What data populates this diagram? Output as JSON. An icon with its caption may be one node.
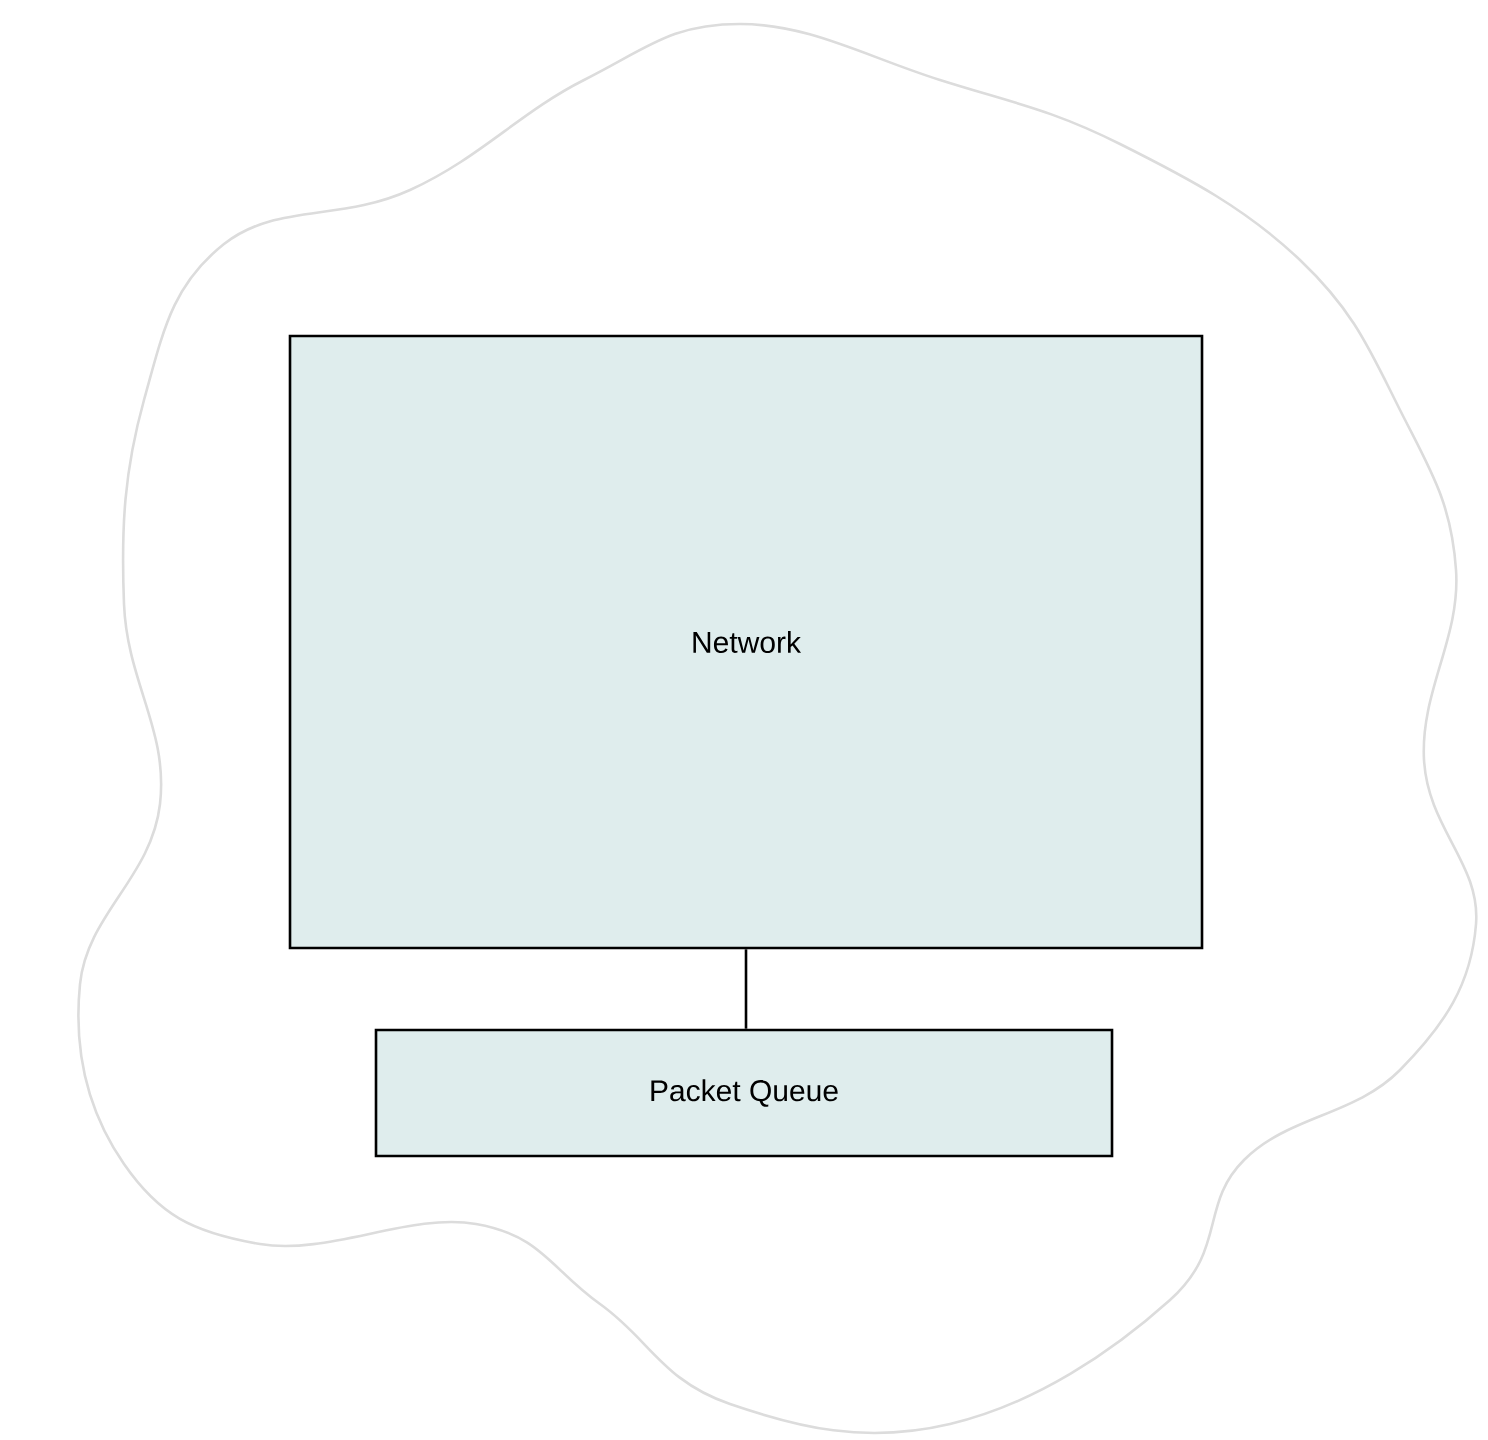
{
  "diagram": {
    "nodes": [
      {
        "text": [],
        "shape": "cloud"
      },
      {
        "text": [
          "Network"
        ],
        "in": 0
      },
      {
        "text": [
          "Packet Queue"
        ],
        "in": 0
      }
    ],
    "edges": [
      {
        "from": 1,
        "to": 2,
        "arrow": "none"
      }
    ]
  }
}
